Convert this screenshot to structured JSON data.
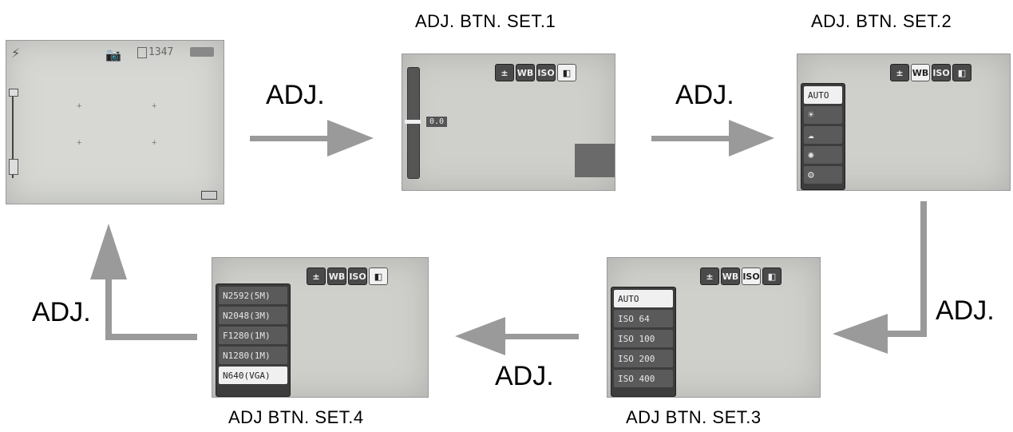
{
  "titles": {
    "set1": "ADJ. BTN. SET.1",
    "set2": "ADJ. BTN. SET.2",
    "set3": "ADJ BTN. SET.3",
    "set4": "ADJ BTN. SET.4"
  },
  "arrows": {
    "a1": "ADJ.",
    "a2": "ADJ.",
    "a3": "ADJ.",
    "a4": "ADJ.",
    "a5": "ADJ."
  },
  "live": {
    "count": "1347"
  },
  "icons": {
    "ev": "±",
    "wb": "WB",
    "iso": "ISO",
    "res": "◧"
  },
  "set1": {
    "ev_value": "0.0"
  },
  "set2": {
    "items": [
      "AUTO",
      "☀",
      "☁",
      "✺",
      "⚙"
    ]
  },
  "set3": {
    "items": [
      "AUTO",
      "ISO 64",
      "ISO 100",
      "ISO 200",
      "ISO 400"
    ]
  },
  "set4": {
    "items": [
      "N2592(5M)",
      "N2048(3M)",
      "F1280(1M)",
      "N1280(1M)",
      "N640(VGA)"
    ]
  },
  "colors": {
    "arrow": "#9a9a9a",
    "screen": "#cfd0cb"
  }
}
